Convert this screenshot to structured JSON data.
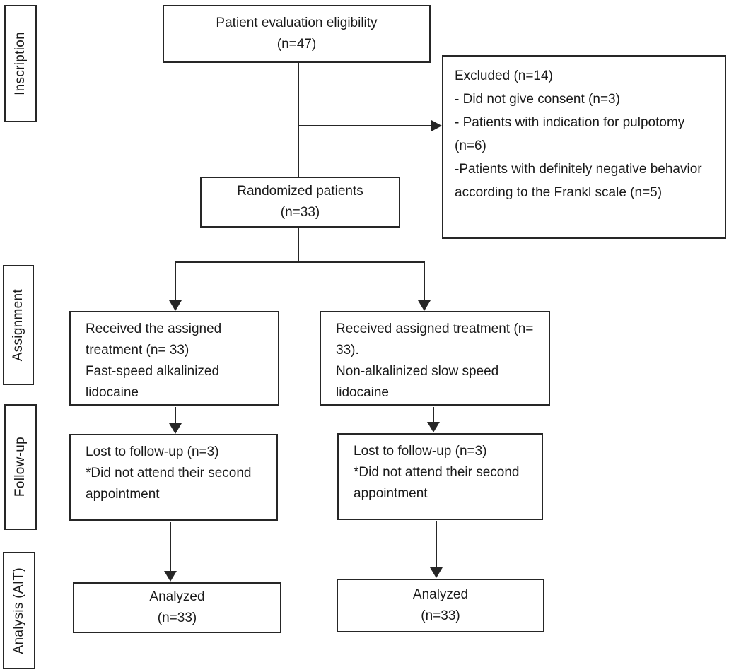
{
  "stages": {
    "inscription": "Inscription",
    "assignment": "Assignment",
    "followup": "Follow-up",
    "analysis": "Analysis (AIT)"
  },
  "boxes": {
    "eligibility": {
      "title": "Patient evaluation eligibility",
      "n": "(n=47)"
    },
    "excluded": {
      "title": "Excluded (n=14)",
      "items": [
        "- Did not give consent (n=3)",
        "- Patients with indication for pulpotomy (n=6)",
        "-Patients with definitely negative behavior according to the Frankl scale (n=5)"
      ]
    },
    "randomized": {
      "title": "Randomized patients",
      "n": "(n=33)"
    },
    "arm_left": {
      "lines": [
        "Received the assigned treatment (n= 33)",
        "Fast-speed alkalinized lidocaine"
      ]
    },
    "arm_right": {
      "lines": [
        "Received assigned treatment (n= 33).",
        "Non-alkalinized slow speed lidocaine"
      ]
    },
    "lost_left": {
      "lines": [
        "Lost to follow-up (n=3)",
        "*Did not attend their second appointment"
      ]
    },
    "lost_right": {
      "lines": [
        "Lost to follow-up (n=3)",
        "*Did not attend their second appointment"
      ]
    },
    "analyzed_left": {
      "title": "Analyzed",
      "n": "(n=33)"
    },
    "analyzed_right": {
      "title": "Analyzed",
      "n": "(n=33)"
    }
  },
  "colors": {
    "border": "#262626",
    "text": "#1a1a1a",
    "background": "#ffffff"
  }
}
